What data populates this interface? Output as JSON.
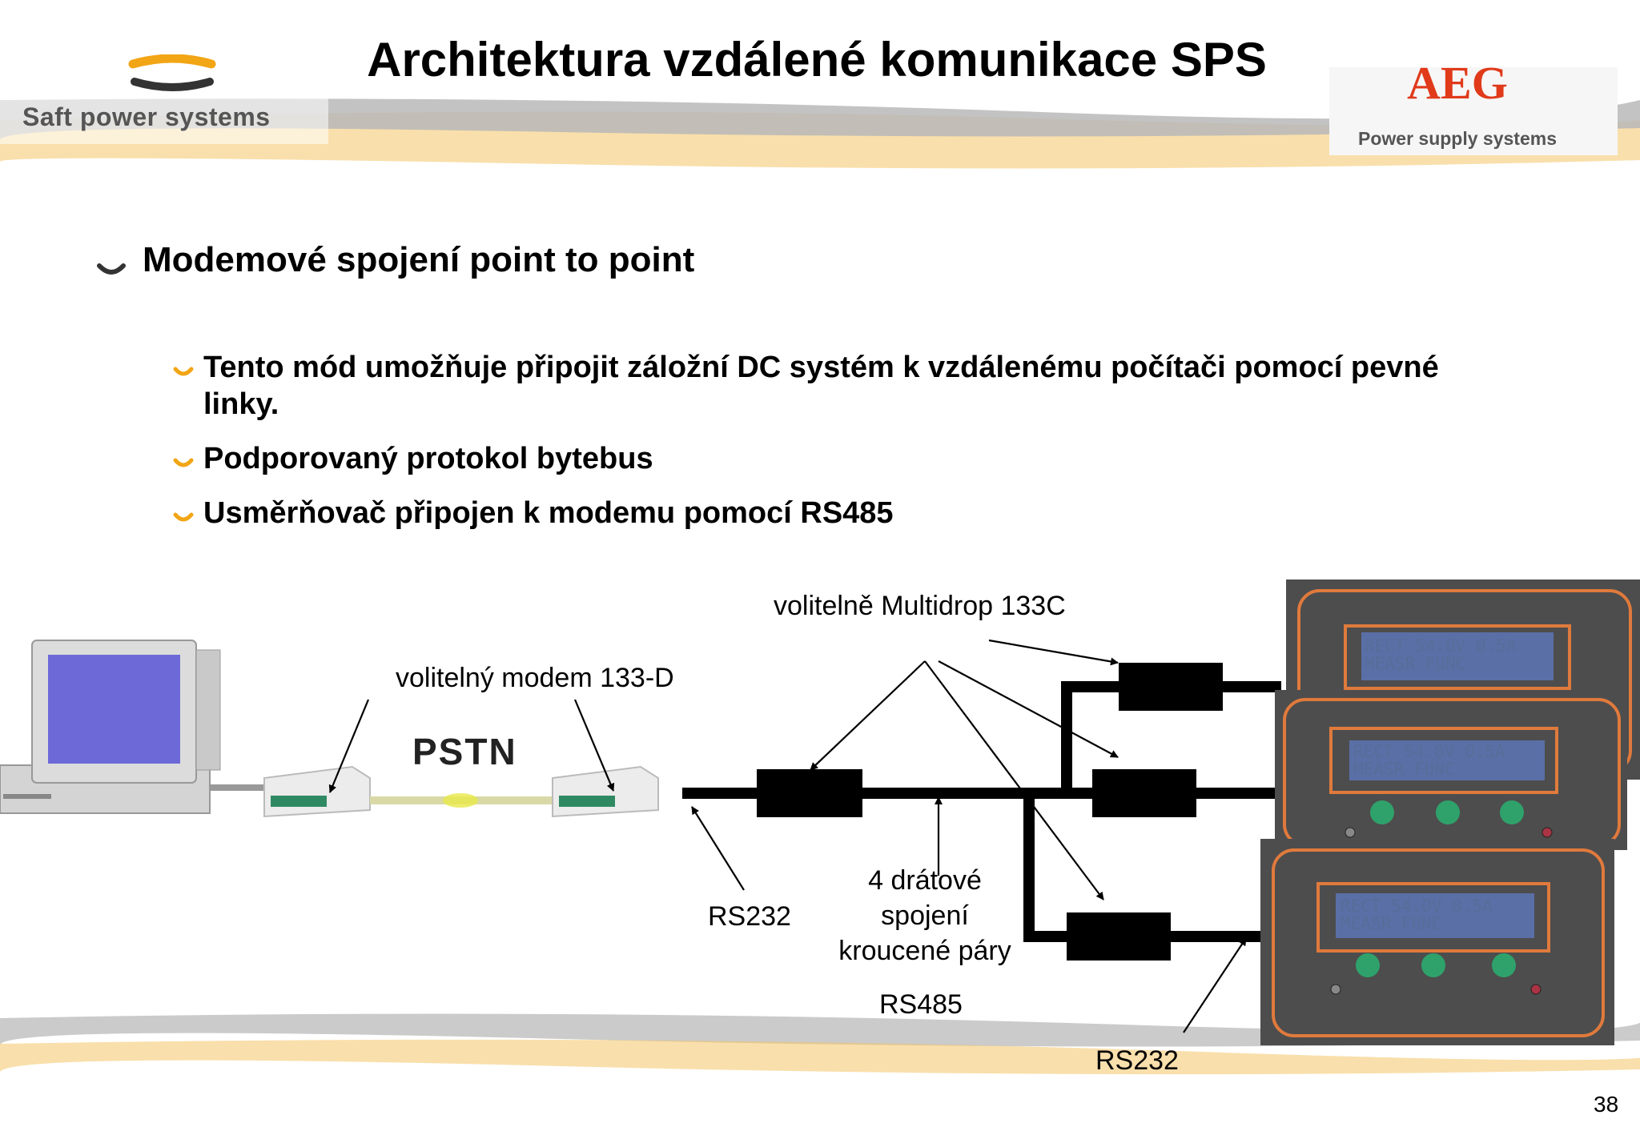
{
  "header": {
    "title": "Architektura vzdálené komunikace SPS",
    "left_logo_text": "Saft power systems",
    "right_logo_text": "AEG",
    "right_logo_subtext": "Power supply systems"
  },
  "bullets": {
    "level1": "Modemové spojení point to point",
    "level2": [
      "Tento mód umožňuje připojit záložní DC systém k vzdálenému počítači pomocí pevné linky.",
      "Podporovaný protokol bytebus",
      "Usměrňovač připojen k modemu pomocí RS485"
    ]
  },
  "diagram": {
    "label_multidrop": "volitelně Multidrop 133C",
    "label_modem": "volitelný modem 133-D",
    "label_pstn": "PSTN",
    "label_rs232_left": "RS232",
    "label_wire": "4 drátové spojení kroucené páry",
    "label_rs485": "RS485",
    "label_rs232_bottom": "RS232",
    "lcd_line1": "RECT 54.0V  0.5A",
    "lcd_line2": "MEASR FUNC"
  },
  "footer": {
    "page_number": "38"
  },
  "colors": {
    "accent_orange": "#f2a515",
    "band_grey": "#b9b9b9",
    "aeg_red": "#e03a1a",
    "panel_dark": "#4d4d4d",
    "panel_border": "#e07a3c",
    "lcd": "#5a6fa6"
  }
}
